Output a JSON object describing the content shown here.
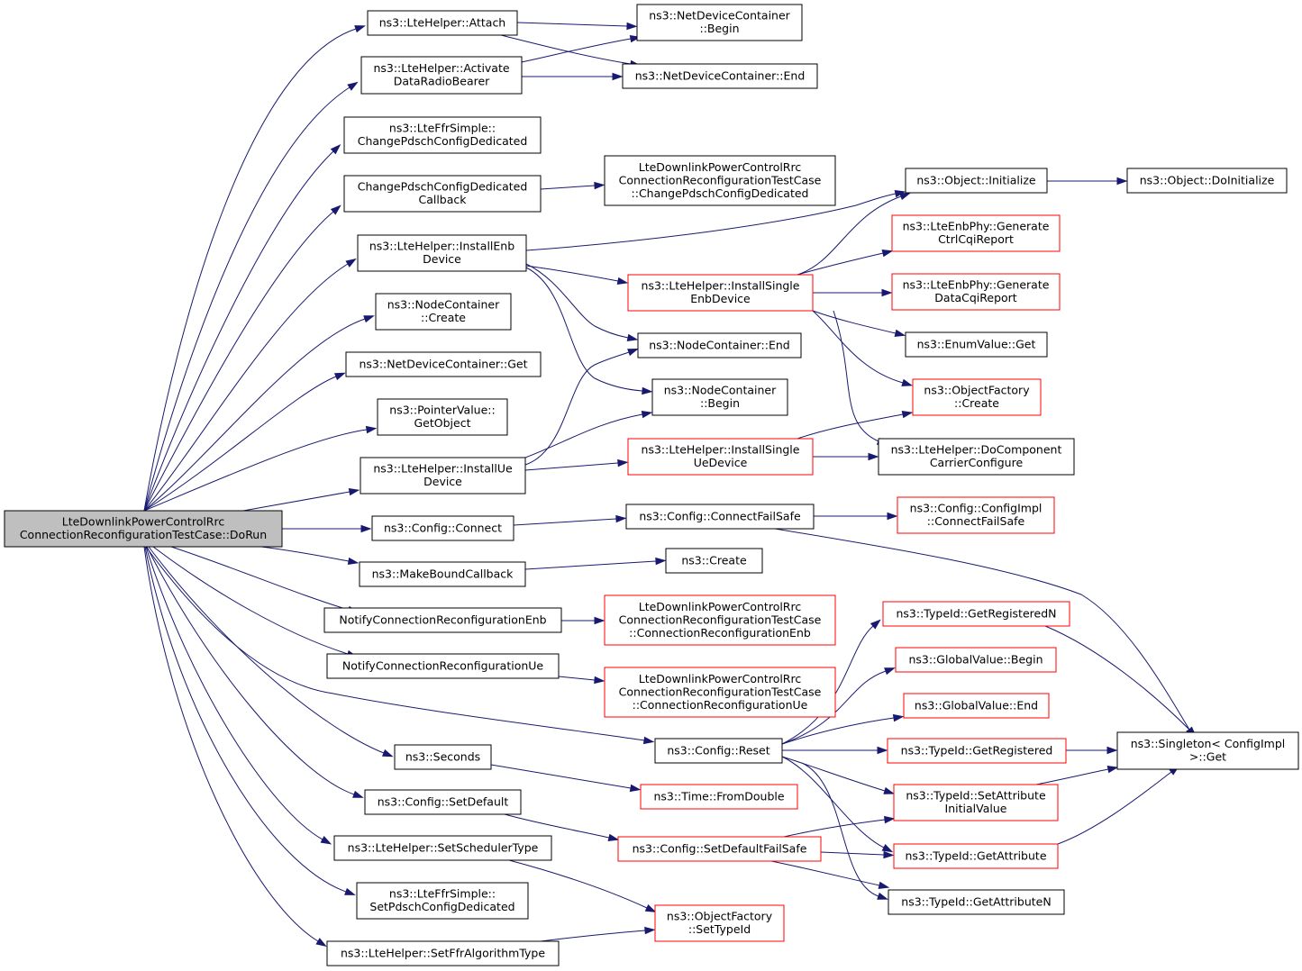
{
  "colors": {
    "edge": "#191970",
    "node_border_default": "#000000",
    "node_border_undocumented": "#ff0000",
    "root_fill": "#bfbfbf",
    "node_fill": "#ffffff"
  },
  "nodes": [
    {
      "id": "root",
      "lines": [
        "LteDownlinkPowerControlRrc",
        "ConnectionReconfigurationTestCase::DoRun"
      ],
      "style": "root"
    },
    {
      "id": "attach",
      "lines": [
        "ns3::LteHelper::Attach"
      ],
      "style": "black"
    },
    {
      "id": "activate",
      "lines": [
        "ns3::LteHelper::Activate",
        "DataRadioBearer"
      ],
      "style": "black"
    },
    {
      "id": "ffrchange",
      "lines": [
        "ns3::LteFfrSimple::",
        "ChangePdschConfigDedicated"
      ],
      "style": "black"
    },
    {
      "id": "changecb",
      "lines": [
        "ChangePdschConfigDedicated",
        "Callback"
      ],
      "style": "black"
    },
    {
      "id": "installenb",
      "lines": [
        "ns3::LteHelper::InstallEnb",
        "Device"
      ],
      "style": "black"
    },
    {
      "id": "nccreate",
      "lines": [
        "ns3::NodeContainer",
        "::Create"
      ],
      "style": "black"
    },
    {
      "id": "ndcget",
      "lines": [
        "ns3::NetDeviceContainer::Get"
      ],
      "style": "black"
    },
    {
      "id": "pvget",
      "lines": [
        "ns3::PointerValue::",
        "GetObject"
      ],
      "style": "black"
    },
    {
      "id": "installue",
      "lines": [
        "ns3::LteHelper::InstallUe",
        "Device"
      ],
      "style": "black"
    },
    {
      "id": "connect",
      "lines": [
        "ns3::Config::Connect"
      ],
      "style": "black"
    },
    {
      "id": "mbc",
      "lines": [
        "ns3::MakeBoundCallback"
      ],
      "style": "black"
    },
    {
      "id": "notifyenb",
      "lines": [
        "NotifyConnectionReconfigurationEnb"
      ],
      "style": "black"
    },
    {
      "id": "notifyue",
      "lines": [
        "NotifyConnectionReconfigurationUe"
      ],
      "style": "black"
    },
    {
      "id": "seconds",
      "lines": [
        "ns3::Seconds"
      ],
      "style": "black"
    },
    {
      "id": "setdefault",
      "lines": [
        "ns3::Config::SetDefault"
      ],
      "style": "black"
    },
    {
      "id": "setsched",
      "lines": [
        "ns3::LteHelper::SetSchedulerType"
      ],
      "style": "black"
    },
    {
      "id": "ffrset",
      "lines": [
        "ns3::LteFfrSimple::",
        "SetPdschConfigDedicated"
      ],
      "style": "black"
    },
    {
      "id": "setffr",
      "lines": [
        "ns3::LteHelper::SetFfrAlgorithmType"
      ],
      "style": "black"
    },
    {
      "id": "ndcbegin",
      "lines": [
        "ns3::NetDeviceContainer",
        "::Begin"
      ],
      "style": "black"
    },
    {
      "id": "ndcend",
      "lines": [
        "ns3::NetDeviceContainer::End"
      ],
      "style": "black"
    },
    {
      "id": "tcchange",
      "lines": [
        "LteDownlinkPowerControlRrc",
        "ConnectionReconfigurationTestCase",
        "::ChangePdschConfigDedicated"
      ],
      "style": "black"
    },
    {
      "id": "objinit",
      "lines": [
        "ns3::Object::Initialize"
      ],
      "style": "black"
    },
    {
      "id": "objdoinit",
      "lines": [
        "ns3::Object::DoInitialize"
      ],
      "style": "black"
    },
    {
      "id": "installsingleenb",
      "lines": [
        "ns3::LteHelper::InstallSingle",
        "EnbDevice"
      ],
      "style": "red"
    },
    {
      "id": "genctrl",
      "lines": [
        "ns3::LteEnbPhy::Generate",
        "CtrlCqiReport"
      ],
      "style": "red"
    },
    {
      "id": "gendata",
      "lines": [
        "ns3::LteEnbPhy::Generate",
        "DataCqiReport"
      ],
      "style": "red"
    },
    {
      "id": "enumget",
      "lines": [
        "ns3::EnumValue::Get"
      ],
      "style": "black"
    },
    {
      "id": "ncend",
      "lines": [
        "ns3::NodeContainer::End"
      ],
      "style": "black"
    },
    {
      "id": "ncbegin",
      "lines": [
        "ns3::NodeContainer",
        "::Begin"
      ],
      "style": "black"
    },
    {
      "id": "ofcreate",
      "lines": [
        "ns3::ObjectFactory",
        "::Create"
      ],
      "style": "red"
    },
    {
      "id": "installsingleue",
      "lines": [
        "ns3::LteHelper::InstallSingle",
        "UeDevice"
      ],
      "style": "red"
    },
    {
      "id": "docomp",
      "lines": [
        "ns3::LteHelper::DoComponent",
        "CarrierConfigure"
      ],
      "style": "black"
    },
    {
      "id": "cfs",
      "lines": [
        "ns3::Config::ConnectFailSafe"
      ],
      "style": "black"
    },
    {
      "id": "cimplcfs",
      "lines": [
        "ns3::Config::ConfigImpl",
        "::ConnectFailSafe"
      ],
      "style": "red"
    },
    {
      "id": "create",
      "lines": [
        "ns3::Create"
      ],
      "style": "black"
    },
    {
      "id": "tcenb",
      "lines": [
        "LteDownlinkPowerControlRrc",
        "ConnectionReconfigurationTestCase",
        "::ConnectionReconfigurationEnb"
      ],
      "style": "red"
    },
    {
      "id": "tcue",
      "lines": [
        "LteDownlinkPowerControlRrc",
        "ConnectionReconfigurationTestCase",
        "::ConnectionReconfigurationUe"
      ],
      "style": "red"
    },
    {
      "id": "getregn",
      "lines": [
        "ns3::TypeId::GetRegisteredN"
      ],
      "style": "red"
    },
    {
      "id": "gvbegin",
      "lines": [
        "ns3::GlobalValue::Begin"
      ],
      "style": "red"
    },
    {
      "id": "gvend",
      "lines": [
        "ns3::GlobalValue::End"
      ],
      "style": "red"
    },
    {
      "id": "reset",
      "lines": [
        "ns3::Config::Reset"
      ],
      "style": "black"
    },
    {
      "id": "getreg",
      "lines": [
        "ns3::TypeId::GetRegistered"
      ],
      "style": "red"
    },
    {
      "id": "singleton",
      "lines": [
        "ns3::Singleton< ConfigImpl",
        " >::Get"
      ],
      "style": "black"
    },
    {
      "id": "fromdouble",
      "lines": [
        "ns3::Time::FromDouble"
      ],
      "style": "red"
    },
    {
      "id": "setattr",
      "lines": [
        "ns3::TypeId::SetAttribute",
        "InitialValue"
      ],
      "style": "red"
    },
    {
      "id": "sdfs",
      "lines": [
        "ns3::Config::SetDefaultFailSafe"
      ],
      "style": "red"
    },
    {
      "id": "getattr",
      "lines": [
        "ns3::TypeId::GetAttribute"
      ],
      "style": "red"
    },
    {
      "id": "getattrn",
      "lines": [
        "ns3::TypeId::GetAttributeN"
      ],
      "style": "black"
    },
    {
      "id": "ofsettype",
      "lines": [
        "ns3::ObjectFactory",
        "::SetTypeId"
      ],
      "style": "red"
    }
  ]
}
